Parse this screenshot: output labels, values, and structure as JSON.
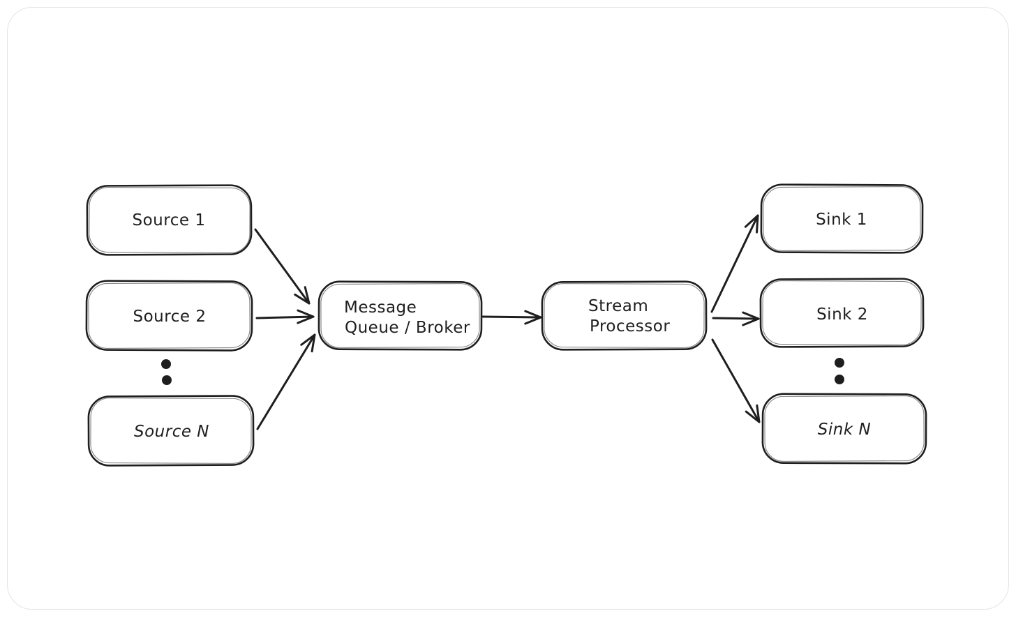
{
  "page": {
    "background_color": "#ffffff",
    "card_border_color": "#e4e4e4"
  },
  "diagram": {
    "type": "flow-diagram",
    "style": "hand-drawn",
    "stroke_color": "#1e1e1e",
    "node_fill_color": "#ffffff",
    "nodes": {
      "source1": {
        "label": "Source 1"
      },
      "source2": {
        "label": "Source 2"
      },
      "source_n": {
        "label": "Source N"
      },
      "message_queue": {
        "line1": "Message",
        "line2": "Queue / Broker"
      },
      "stream_processor": {
        "line1": "Stream",
        "line2": "Processor"
      },
      "sink1": {
        "label": "Sink 1"
      },
      "sink2": {
        "label": "Sink 2"
      },
      "sink_n": {
        "label": "Sink N"
      }
    },
    "ellipsis": {
      "left_between": "Source 2 and Source N",
      "right_between": "Sink 2 and Sink N"
    },
    "edges": [
      {
        "from": "Source 1",
        "to": "Message Queue / Broker"
      },
      {
        "from": "Source 2",
        "to": "Message Queue / Broker"
      },
      {
        "from": "Source N",
        "to": "Message Queue / Broker"
      },
      {
        "from": "Message Queue / Broker",
        "to": "Stream Processor"
      },
      {
        "from": "Stream Processor",
        "to": "Sink 1"
      },
      {
        "from": "Stream Processor",
        "to": "Sink 2"
      },
      {
        "from": "Stream Processor",
        "to": "Sink N"
      }
    ]
  }
}
